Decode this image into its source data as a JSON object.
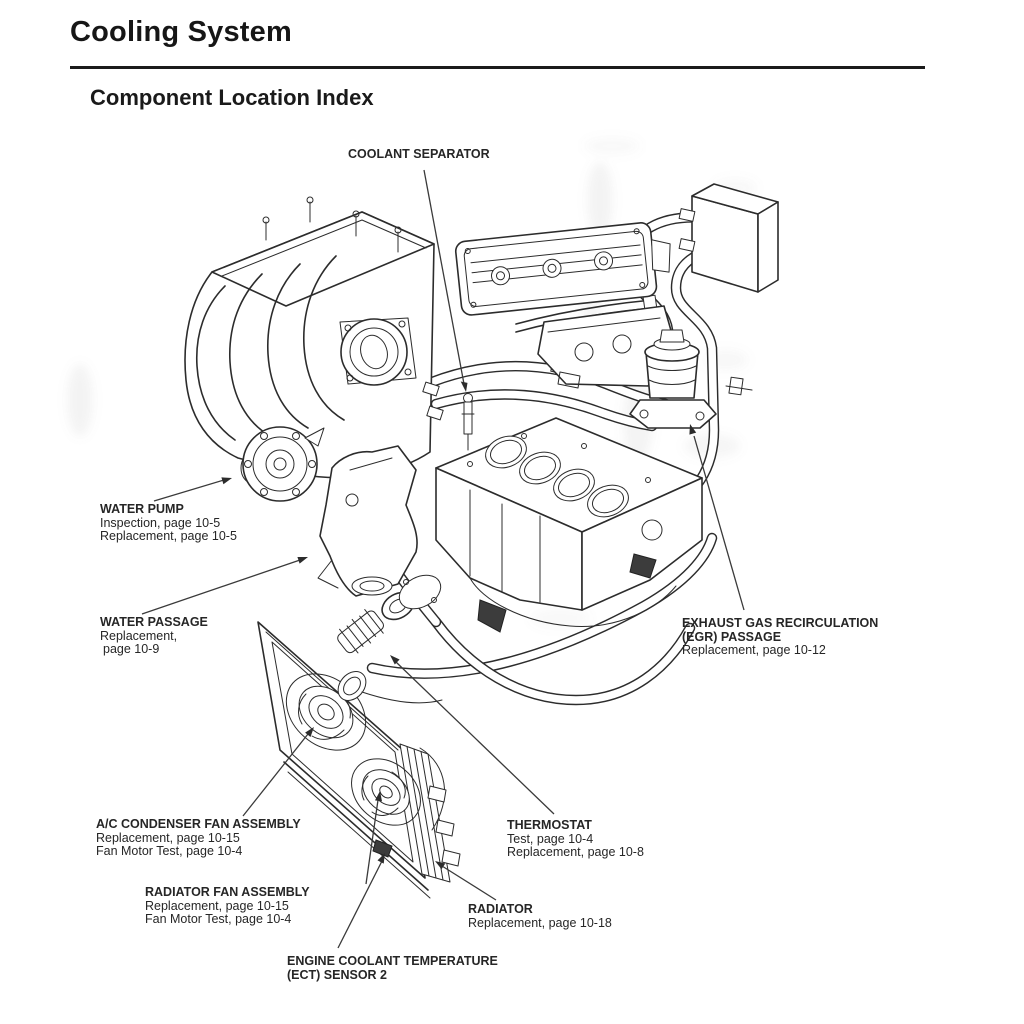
{
  "page": {
    "title": "Cooling System",
    "subtitle": "Component Location Index"
  },
  "colors": {
    "ink": "#1d1d1d",
    "paper": "#ffffff",
    "leader_line": "#3a3a3a"
  },
  "labels": {
    "coolant_separator": {
      "title": "COOLANT SEPARATOR"
    },
    "water_pump": {
      "title": "WATER PUMP",
      "line1": "Inspection, page 10-5",
      "line2": "Replacement, page 10-5"
    },
    "water_passage": {
      "title": "WATER PASSAGE",
      "line1": "Replacement,",
      "line2": "page 10-9"
    },
    "egr_passage": {
      "title": "EXHAUST GAS RECIRCULATION",
      "title2": "(EGR) PASSAGE",
      "line1": "Replacement, page 10-12"
    },
    "ac_condenser_fan": {
      "title": "A/C CONDENSER FAN ASSEMBLY",
      "line1": "Replacement, page 10-15",
      "line2": "Fan Motor Test, page 10-4"
    },
    "radiator_fan": {
      "title": "RADIATOR FAN ASSEMBLY",
      "line1": "Replacement, page 10-15",
      "line2": "Fan Motor Test, page 10-4"
    },
    "thermostat": {
      "title": "THERMOSTAT",
      "line1": "Test, page 10-4",
      "line2": "Replacement, page 10-8"
    },
    "radiator": {
      "title": "RADIATOR",
      "line1": "Replacement, page 10-18"
    },
    "ect_sensor": {
      "title": "ENGINE COOLANT TEMPERATURE",
      "title2": "(ECT) SENSOR 2"
    }
  }
}
